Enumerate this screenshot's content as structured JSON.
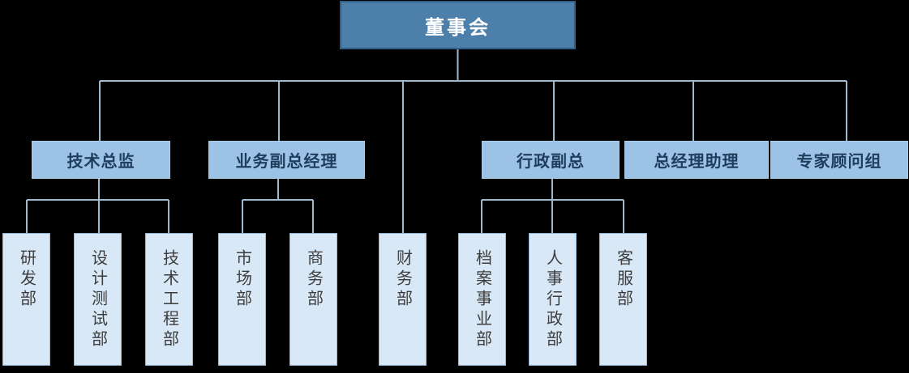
{
  "diagram": {
    "type": "org-chart",
    "root": {
      "label": "董事会"
    },
    "root_departments": [
      {
        "label": "财务部"
      }
    ],
    "managers": [
      {
        "label": "技术总监",
        "departments": [
          {
            "label": "研发部"
          },
          {
            "label": "设计测试部"
          },
          {
            "label": "技术工程部"
          }
        ]
      },
      {
        "label": "业务副总经理",
        "departments": [
          {
            "label": "市场部"
          },
          {
            "label": "商务部"
          }
        ]
      },
      {
        "label": "行政副总",
        "departments": [
          {
            "label": "档案事业部"
          },
          {
            "label": "人事行政部"
          },
          {
            "label": "客服部"
          }
        ]
      },
      {
        "label": "总经理助理",
        "departments": []
      },
      {
        "label": "专家顾问组",
        "departments": []
      }
    ],
    "colors": {
      "background": "#000000",
      "root_fill": "#4C7FAA",
      "root_border": "#2F5E86",
      "root_text": "#FFFFFF",
      "manager_fill": "#9CC2E5",
      "manager_text": "#1F3D5C",
      "department_fill": "#D9E8F6",
      "department_border": "#94B7D9",
      "department_text": "#3D3D3D",
      "connector": "#9FB9D0"
    }
  }
}
